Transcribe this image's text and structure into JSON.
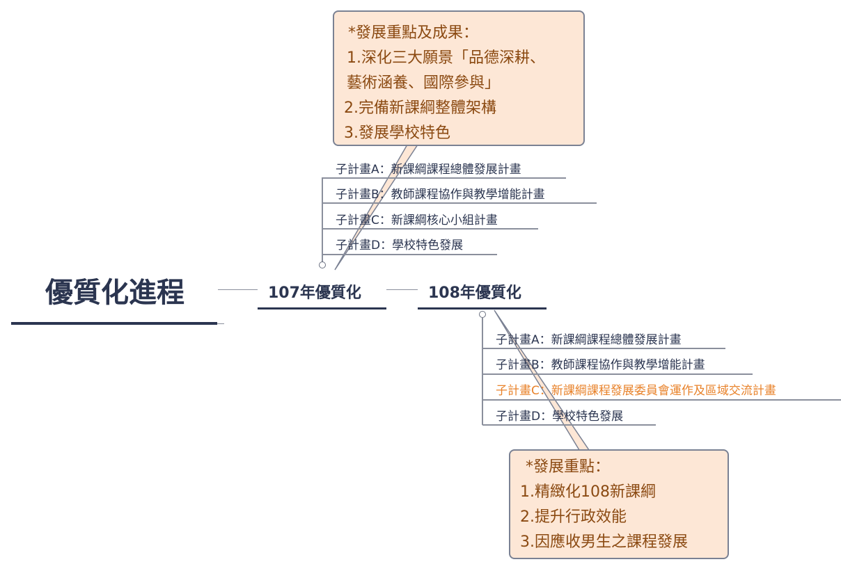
{
  "root": {
    "title": "優質化進程"
  },
  "topics": [
    {
      "title": "107年優質化",
      "items": [
        {
          "label": "子計畫A：新課綱課程總體發展計畫"
        },
        {
          "label": "子計畫B：教師課程協作與教學增能計畫"
        },
        {
          "label": "子計畫C：新課綱核心小組計畫"
        },
        {
          "label": "子計畫D：學校特色發展"
        }
      ],
      "callout": [
        "*發展重點及成果：",
        "1.深化三大願景「品德深耕、",
        "藝術涵養、國際參與」",
        "2.完備新課綱整體架構",
        "3.發展學校特色"
      ]
    },
    {
      "title": "108年優質化",
      "items": [
        {
          "label": "子計畫A：新課綱課程總體發展計畫"
        },
        {
          "label": "子計畫B：教師課程協作與教學增能計畫"
        },
        {
          "label": "子計畫C：新課綱課程發展委員會運作及區域交流計畫"
        },
        {
          "label": "子計畫D：學校特色發展"
        }
      ],
      "callout": [
        "*發展重點：",
        "1.精緻化108新課綱",
        "2.提升行政效能",
        "3.因應收男生之課程發展"
      ]
    }
  ],
  "colors": {
    "primary": "#2b3550",
    "highlight": "#e8822a",
    "callout_bg": "#fde7d6",
    "callout_text": "#8b4a12"
  }
}
